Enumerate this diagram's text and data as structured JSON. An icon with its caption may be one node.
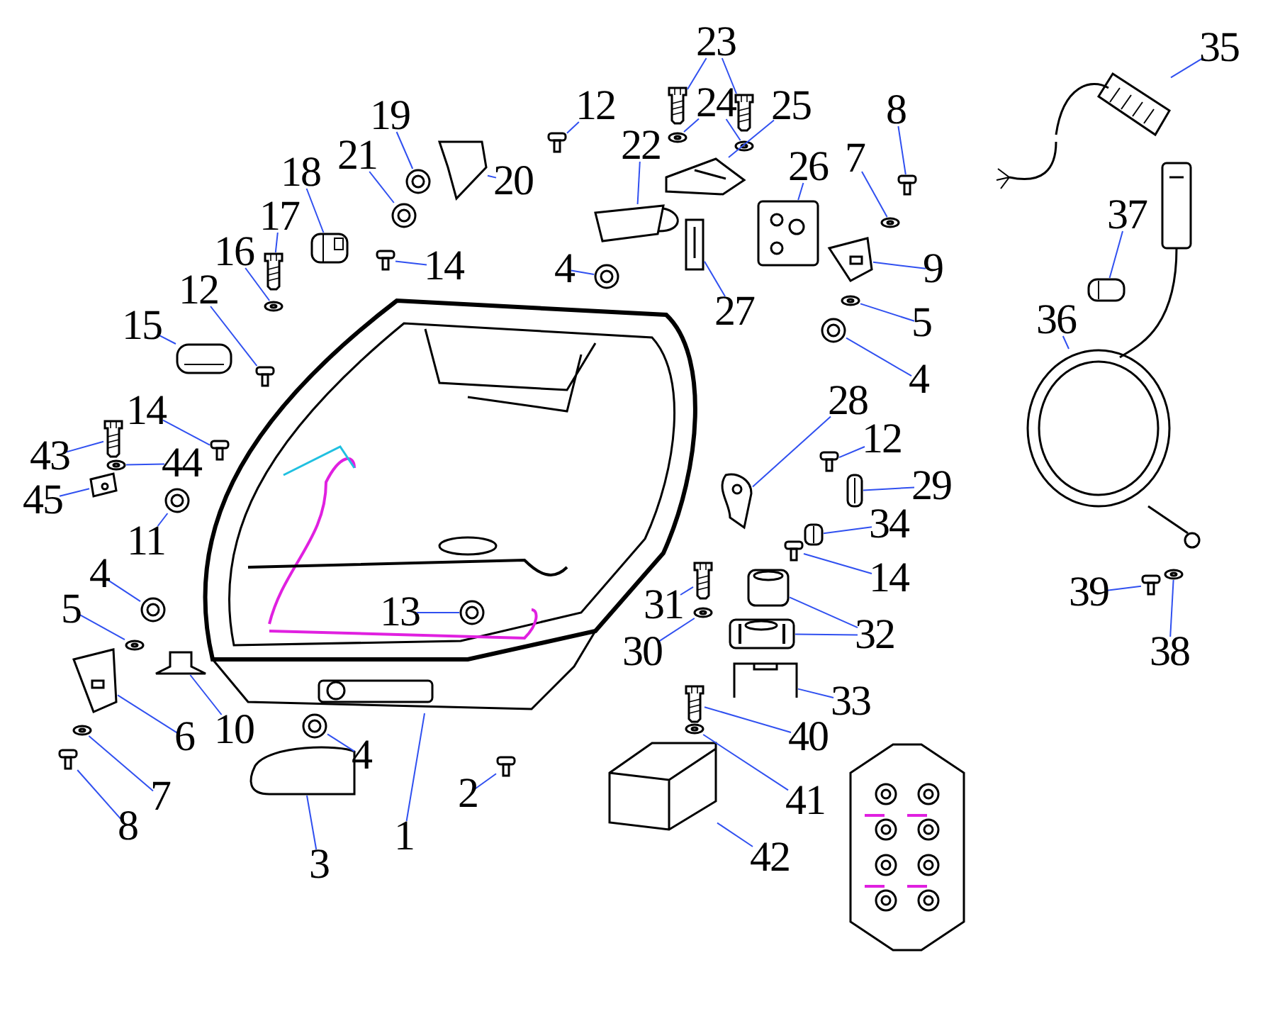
{
  "diagram": {
    "nodes": [
      {
        "text": [],
        "shape": "picture"
      },
      {
        "text": [
          "23"
        ]
      },
      {
        "text": [
          "35"
        ]
      },
      {
        "text": [
          "12"
        ]
      },
      {
        "text": [
          "24"
        ]
      },
      {
        "text": [
          "25"
        ]
      },
      {
        "text": [
          "8"
        ]
      },
      {
        "text": [
          "19"
        ]
      },
      {
        "text": [
          "7"
        ]
      },
      {
        "text": [
          "21"
        ]
      },
      {
        "text": [
          "22"
        ]
      },
      {
        "text": [
          "26"
        ]
      },
      {
        "text": [
          "20"
        ]
      },
      {
        "text": [
          "18"
        ]
      },
      {
        "text": [
          "17"
        ]
      },
      {
        "text": [
          "37"
        ]
      },
      {
        "text": [
          "14"
        ]
      },
      {
        "text": [
          "16"
        ]
      },
      {
        "text": [
          "9"
        ]
      },
      {
        "text": [
          "4"
        ]
      },
      {
        "text": [
          "12"
        ]
      },
      {
        "text": [
          "27"
        ]
      },
      {
        "text": [
          "15"
        ]
      },
      {
        "text": [
          "5"
        ]
      },
      {
        "text": [
          "36"
        ]
      },
      {
        "text": [
          "4"
        ]
      },
      {
        "text": [
          "28"
        ]
      },
      {
        "text": [
          "14"
        ]
      },
      {
        "text": [
          "12"
        ]
      },
      {
        "text": [
          "43"
        ]
      },
      {
        "text": [
          "44"
        ]
      },
      {
        "text": [
          "29"
        ]
      },
      {
        "text": [
          "45"
        ]
      },
      {
        "text": [
          "11"
        ]
      },
      {
        "text": [
          "34"
        ]
      },
      {
        "text": [
          "14"
        ]
      },
      {
        "text": [
          "31"
        ]
      },
      {
        "text": [
          "13"
        ],
        "in": 0
      },
      {
        "text": [
          "4"
        ]
      },
      {
        "text": [
          "32"
        ]
      },
      {
        "text": [
          "5"
        ]
      },
      {
        "text": [
          "30"
        ]
      },
      {
        "text": [
          "6"
        ]
      },
      {
        "text": [
          "10"
        ]
      },
      {
        "text": [
          "33"
        ]
      },
      {
        "text": [
          "39"
        ]
      },
      {
        "text": [
          "38"
        ]
      },
      {
        "text": [
          "7"
        ]
      },
      {
        "text": [
          "40"
        ]
      },
      {
        "text": [
          "4"
        ]
      },
      {
        "text": [
          "8"
        ]
      },
      {
        "text": [
          "2"
        ]
      },
      {
        "text": [
          "41"
        ]
      },
      {
        "text": [
          "3"
        ]
      },
      {
        "text": [
          "1"
        ]
      },
      {
        "text": [
          "42"
        ]
      },
      {
        "text": [],
        "shape": "picture"
      },
      {
        "text": [],
        "shape": "picture"
      },
      {
        "text": [],
        "shape": "picture"
      },
      {
        "text": [],
        "shape": "picture"
      },
      {
        "text": [],
        "shape": "picture"
      },
      {
        "text": [],
        "shape": "picture"
      },
      {
        "text": [],
        "shape": "picture"
      },
      {
        "text": [],
        "shape": "picture"
      },
      {
        "text": [],
        "shape": "picture"
      },
      {
        "text": [],
        "shape": "picture"
      },
      {
        "text": [],
        "shape": "picture"
      },
      {
        "text": [],
        "shape": "picture"
      },
      {
        "text": [],
        "shape": "picture"
      },
      {
        "text": [],
        "shape": "picture"
      },
      {
        "text": [],
        "shape": "picture"
      },
      {
        "text": [],
        "shape": "picture"
      },
      {
        "text": [],
        "shape": "picture"
      },
      {
        "text": [],
        "shape": "picture"
      },
      {
        "text": [],
        "shape": "picture"
      },
      {
        "text": [],
        "shape": "picture"
      },
      {
        "text": [],
        "shape": "picture"
      },
      {
        "text": [],
        "shape": "picture"
      },
      {
        "text": [],
        "shape": "picture"
      },
      {
        "text": [],
        "shape": "picture"
      },
      {
        "text": [],
        "shape": "picture"
      },
      {
        "text": [],
        "shape": "picture"
      },
      {
        "text": [],
        "shape": "picture"
      },
      {
        "text": [],
        "shape": "picture"
      },
      {
        "text": [],
        "shape": "picture"
      },
      {
        "text": [],
        "shape": "picture"
      },
      {
        "text": [],
        "shape": "picture"
      },
      {
        "text": [],
        "shape": "picture"
      },
      {
        "text": [],
        "shape": "picture"
      },
      {
        "text": [],
        "shape": "picture"
      },
      {
        "text": [],
        "shape": "picture"
      },
      {
        "text": [],
        "shape": "picture"
      },
      {
        "text": [],
        "shape": "picture"
      },
      {
        "text": [],
        "shape": "picture"
      },
      {
        "text": [],
        "shape": "picture",
        "in": 0
      },
      {
        "text": [],
        "shape": "picture"
      },
      {
        "text": [],
        "shape": "picture"
      },
      {
        "text": [],
        "shape": "picture"
      },
      {
        "text": [],
        "shape": "picture"
      },
      {
        "text": [],
        "shape": "picture"
      },
      {
        "text": [],
        "shape": "picture"
      },
      {
        "text": [],
        "shape": "picture"
      },
      {
        "text": [],
        "shape": "picture"
      },
      {
        "text": [],
        "shape": "picture"
      },
      {
        "text": [],
        "shape": "picture"
      },
      {
        "text": [],
        "shape": "picture"
      },
      {
        "text": [],
        "shape": "picture"
      },
      {
        "text": [],
        "shape": "picture"
      },
      {
        "text": [],
        "shape": "picture"
      },
      {
        "text": [],
        "shape": "picture"
      },
      {
        "text": [],
        "shape": "picture"
      },
      {
        "text": [],
        "shape": "picture"
      },
      {
        "text": [],
        "shape": "picture"
      }
    ],
    "edges": [
      {
        "from": 1,
        "to": 56,
        "arrow": "none"
      },
      {
        "from": 1,
        "to": 57,
        "arrow": "none"
      },
      {
        "from": 2,
        "to": 58,
        "arrow": "none"
      },
      {
        "from": 3,
        "to": 59,
        "arrow": "none"
      },
      {
        "from": 4,
        "to": 60,
        "arrow": "none"
      },
      {
        "from": 4,
        "to": 61,
        "arrow": "none"
      },
      {
        "from": 5,
        "to": 62,
        "arrow": "none"
      },
      {
        "from": 6,
        "to": 63,
        "arrow": "none"
      },
      {
        "from": 7,
        "to": 64,
        "arrow": "none"
      },
      {
        "from": 8,
        "to": 65,
        "arrow": "none"
      },
      {
        "from": 9,
        "to": 66,
        "arrow": "none"
      },
      {
        "from": 10,
        "to": 67,
        "arrow": "none"
      },
      {
        "from": 11,
        "to": 68,
        "arrow": "none"
      },
      {
        "from": 12,
        "to": 69,
        "arrow": "none"
      },
      {
        "from": 13,
        "to": 70,
        "arrow": "none"
      },
      {
        "from": 14,
        "to": 71,
        "arrow": "none"
      },
      {
        "from": 15,
        "to": 72,
        "arrow": "none"
      },
      {
        "from": 16,
        "to": 73,
        "arrow": "none"
      },
      {
        "from": 17,
        "to": 74,
        "arrow": "none"
      },
      {
        "from": 18,
        "to": 75,
        "arrow": "none"
      },
      {
        "from": 19,
        "to": 76,
        "arrow": "none"
      },
      {
        "from": 20,
        "to": 77,
        "arrow": "none"
      },
      {
        "from": 21,
        "to": 78,
        "arrow": "none"
      },
      {
        "from": 22,
        "to": 79,
        "arrow": "none"
      },
      {
        "from": 23,
        "to": 80,
        "arrow": "none"
      },
      {
        "from": 24,
        "to": 81,
        "arrow": "none"
      },
      {
        "from": 25,
        "to": 82,
        "arrow": "none"
      },
      {
        "from": 26,
        "to": 83,
        "arrow": "none"
      },
      {
        "from": 27,
        "to": 84,
        "arrow": "none"
      },
      {
        "from": 28,
        "to": 85,
        "arrow": "none"
      },
      {
        "from": 29,
        "to": 86,
        "arrow": "none"
      },
      {
        "from": 30,
        "to": 87,
        "arrow": "none"
      },
      {
        "from": 31,
        "to": 88,
        "arrow": "none"
      },
      {
        "from": 32,
        "to": 89,
        "arrow": "none"
      },
      {
        "from": 33,
        "to": 90,
        "arrow": "none"
      },
      {
        "from": 34,
        "to": 91,
        "arrow": "none"
      },
      {
        "from": 35,
        "to": 92,
        "arrow": "none"
      },
      {
        "from": 36,
        "to": 93,
        "arrow": "none"
      },
      {
        "from": 37,
        "to": 94,
        "arrow": "none"
      },
      {
        "from": 38,
        "to": 95,
        "arrow": "none"
      },
      {
        "from": 39,
        "to": 96,
        "arrow": "none"
      },
      {
        "from": 39,
        "to": 97,
        "arrow": "none"
      },
      {
        "from": 40,
        "to": 98,
        "arrow": "none"
      },
      {
        "from": 41,
        "to": 99,
        "arrow": "none"
      },
      {
        "from": 42,
        "to": 100,
        "arrow": "none"
      },
      {
        "from": 43,
        "to": 101,
        "arrow": "none"
      },
      {
        "from": 44,
        "to": 102,
        "arrow": "none"
      },
      {
        "from": 45,
        "to": 103,
        "arrow": "none"
      },
      {
        "from": 46,
        "to": 104,
        "arrow": "none"
      },
      {
        "from": 47,
        "to": 105,
        "arrow": "none"
      },
      {
        "from": 48,
        "to": 106,
        "arrow": "none"
      },
      {
        "from": 49,
        "to": 107,
        "arrow": "none"
      },
      {
        "from": 50,
        "to": 108,
        "arrow": "none"
      },
      {
        "from": 51,
        "to": 109,
        "arrow": "none"
      },
      {
        "from": 52,
        "to": 110,
        "arrow": "none"
      },
      {
        "from": 53,
        "to": 111,
        "arrow": "none"
      },
      {
        "from": 54,
        "to": 0,
        "arrow": "none"
      },
      {
        "from": 55,
        "to": 112,
        "arrow": "none"
      }
    ]
  }
}
